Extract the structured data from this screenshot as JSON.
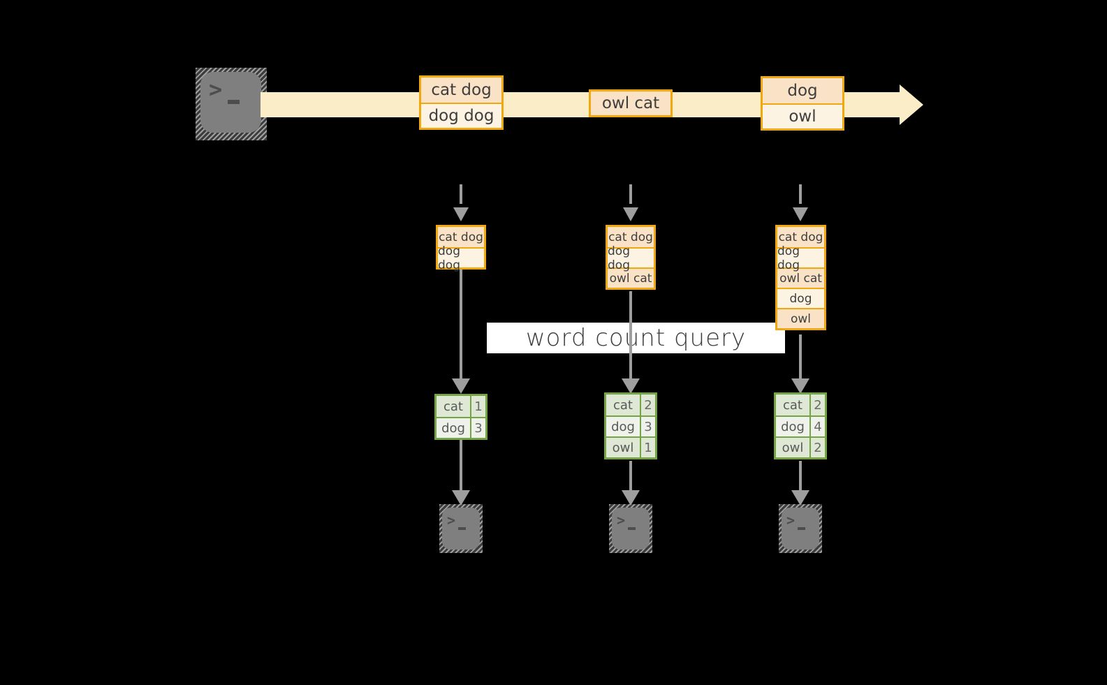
{
  "diagram": {
    "query_label": "word count query"
  },
  "stream": {
    "batches": [
      {
        "lines": [
          "cat dog",
          "dog dog"
        ]
      },
      {
        "lines": [
          "owl cat"
        ]
      },
      {
        "lines": [
          "dog",
          "owl"
        ]
      }
    ]
  },
  "columns": [
    {
      "input": [
        "cat dog",
        "dog dog"
      ],
      "result": [
        {
          "word": "cat",
          "count": "1"
        },
        {
          "word": "dog",
          "count": "3"
        }
      ]
    },
    {
      "input": [
        "cat dog",
        "dog dog",
        "owl cat"
      ],
      "result": [
        {
          "word": "cat",
          "count": "2"
        },
        {
          "word": "dog",
          "count": "3"
        },
        {
          "word": "owl",
          "count": "1"
        }
      ]
    },
    {
      "input": [
        "cat dog",
        "dog dog",
        "owl cat",
        "dog",
        "owl"
      ],
      "result": [
        {
          "word": "cat",
          "count": "2"
        },
        {
          "word": "dog",
          "count": "4"
        },
        {
          "word": "owl",
          "count": "2"
        }
      ]
    }
  ],
  "colors": {
    "gold_border": "#F1A70E",
    "peach_fill": "#FAE2C6",
    "cream_fill": "#FDF3E3",
    "stream_band": "#FAEDC8",
    "green_border": "#74A446",
    "sage_fill": "#DFE7D5",
    "light_green_fill": "#EFF2EB",
    "arrow_gray": "#9E9E9E",
    "terminal_gray": "#7F7F7F",
    "label_bg": "#FFFFFF",
    "text": "#3E3E3E"
  }
}
